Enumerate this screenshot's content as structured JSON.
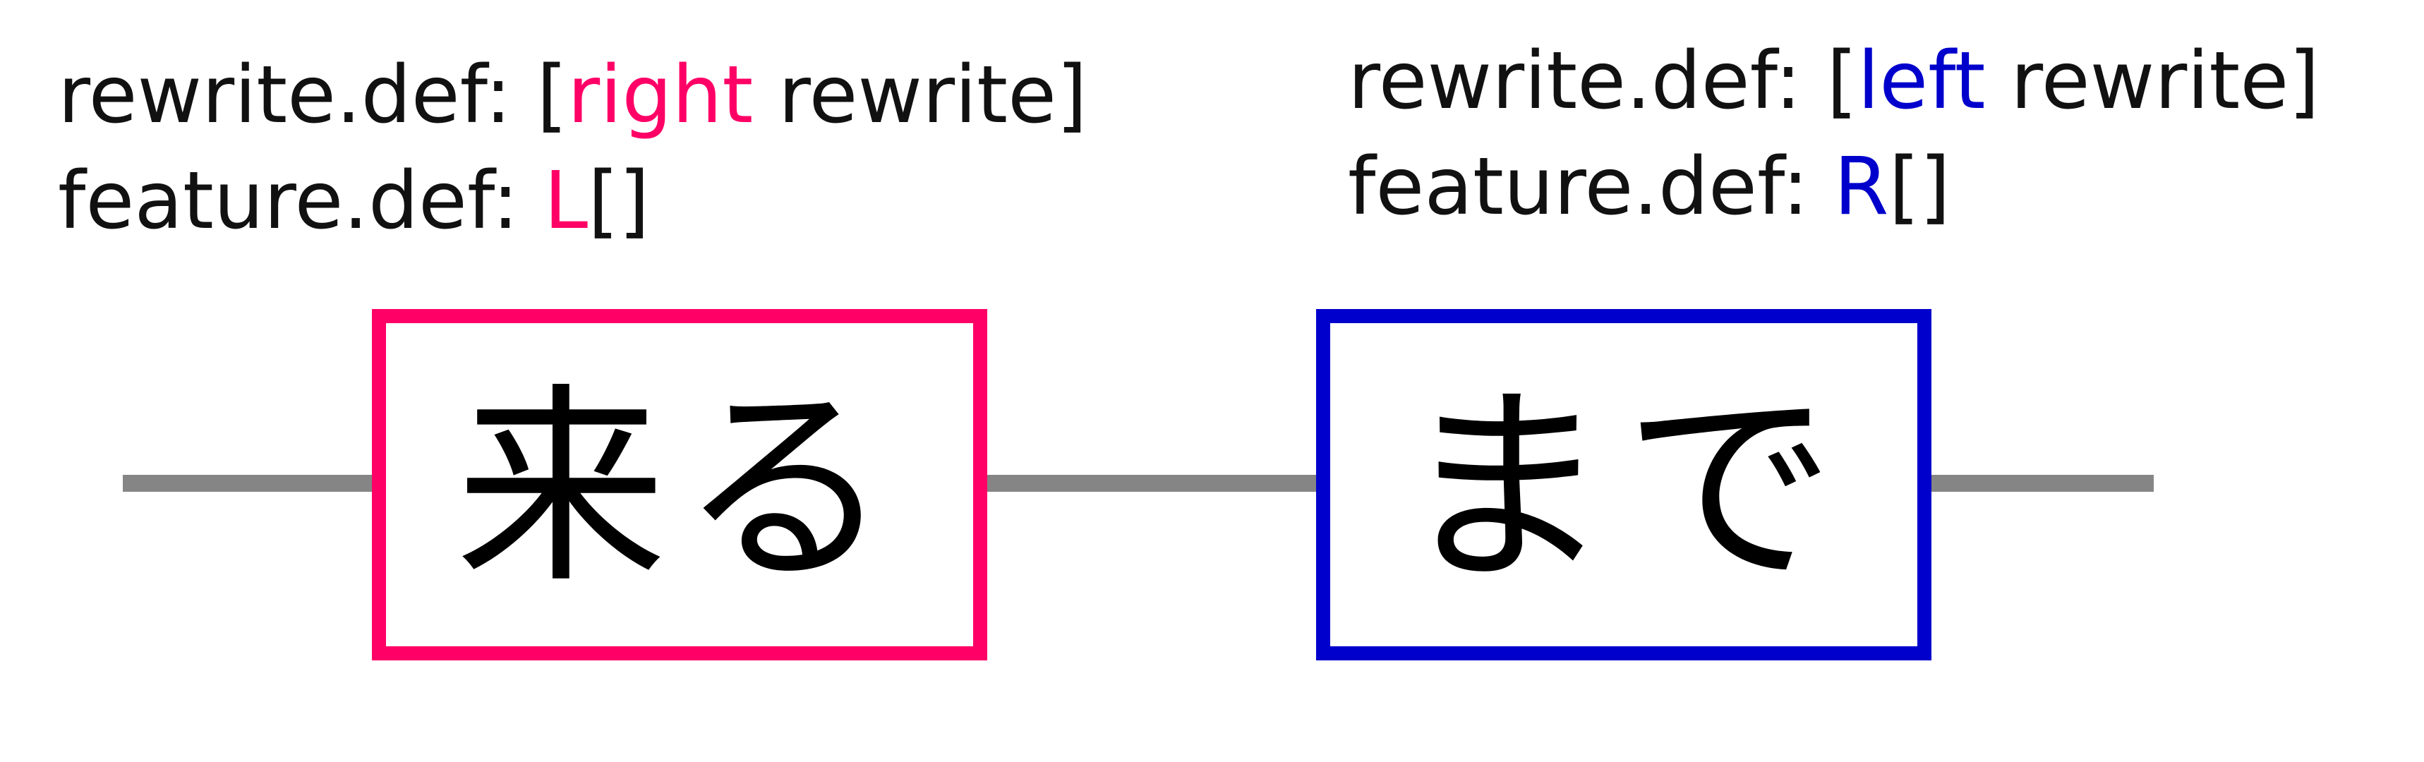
{
  "colors": {
    "left_accent": "#ff0066",
    "right_accent": "#0000cc",
    "line": "#858585",
    "text": "#111111",
    "background": "#ffffff"
  },
  "left_label": {
    "rewrite_prefix": "rewrite.def: [",
    "rewrite_keyword": "right",
    "rewrite_suffix": " rewrite]",
    "feature_prefix": "feature.def: ",
    "feature_keyword": "L",
    "feature_suffix": "[]"
  },
  "right_label": {
    "rewrite_prefix": "rewrite.def: [",
    "rewrite_keyword": "left",
    "rewrite_suffix": " rewrite]",
    "feature_prefix": "feature.def: ",
    "feature_keyword": "R",
    "feature_suffix": "[]"
  },
  "nodes": [
    {
      "text": "来る"
    },
    {
      "text": "まで"
    }
  ]
}
